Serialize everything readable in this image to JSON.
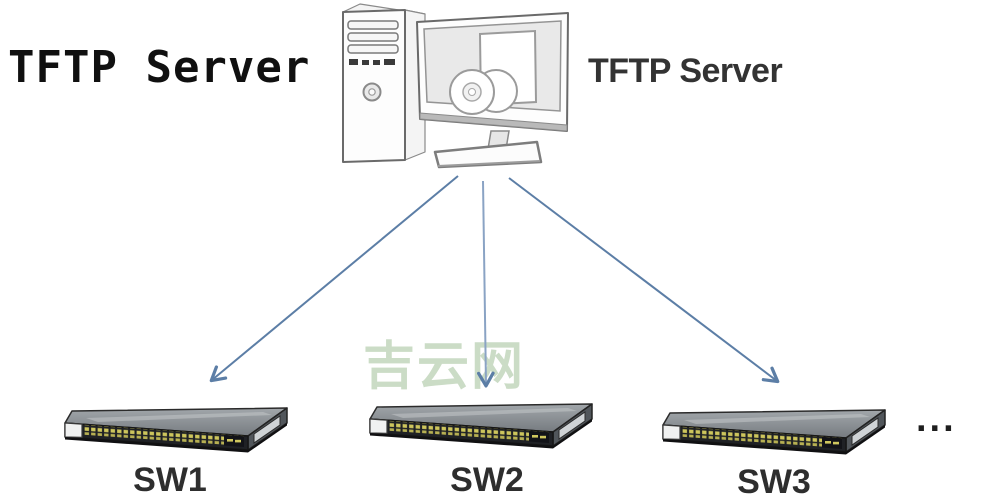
{
  "diagram": {
    "left_title": "TFTP Server",
    "server_caption": "TFTP Server",
    "watermark": "吉云网",
    "ellipsis": "...",
    "switches": [
      {
        "label": "SW1"
      },
      {
        "label": "SW2"
      },
      {
        "label": "SW3"
      }
    ],
    "icons": {
      "server": "desktop-computer-tower-monitor-cds-keyboard",
      "switch": "rack-network-switch-with-port-rows",
      "connection": "straight-arrow-pointing-down-to-switch"
    },
    "colors": {
      "arrow": "#5c7ea6",
      "arrow_middle": "#8aa3c4",
      "watermark": "#c3d6bd",
      "switch_top": "#8f9498",
      "switch_front": "#1f2125",
      "switch_ports": "#cdc55c",
      "title_text": "#101010",
      "label_text": "#2e2e2e"
    }
  }
}
